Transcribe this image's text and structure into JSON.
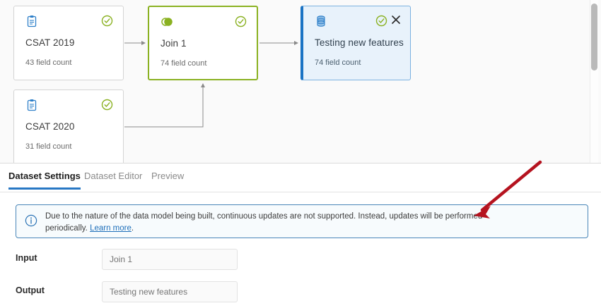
{
  "canvas": {
    "background_color": "#fafafa",
    "nodes": [
      {
        "id": "csat2019",
        "title": "CSAT 2019",
        "subtitle": "43 field count",
        "icon": "clipboard-icon",
        "status_icon": "check-circle-icon",
        "selected": false,
        "border_color": "#d4d4d4"
      },
      {
        "id": "csat2020",
        "title": "CSAT 2020",
        "subtitle": "31 field count",
        "icon": "clipboard-icon",
        "status_icon": "check-circle-icon",
        "selected": false,
        "border_color": "#d4d4d4"
      },
      {
        "id": "join1",
        "title": "Join 1",
        "subtitle": "74 field count",
        "icon": "join-venn-icon",
        "status_icon": "check-circle-icon",
        "selected": false,
        "border_color": "#8ab121"
      },
      {
        "id": "testing",
        "title": "Testing new features",
        "subtitle": "74 field count",
        "icon": "database-icon",
        "status_icon": "check-circle-icon",
        "close_icon": "close-icon",
        "selected": true,
        "border_color": "#1a73c4",
        "background_color": "#e8f2fb"
      }
    ],
    "scrollbar": {
      "name": "vertical-scrollbar",
      "thumb_position": "top"
    }
  },
  "tabs": [
    {
      "id": "dataset-settings",
      "label": "Dataset Settings",
      "active": true
    },
    {
      "id": "dataset-editor",
      "label": "Dataset Editor",
      "active": false
    },
    {
      "id": "preview",
      "label": "Preview",
      "active": false
    }
  ],
  "tab_accent_color": "#2878c4",
  "banner": {
    "icon": "info-circle-icon",
    "text": "Due to the nature of the data model being built, continuous updates are not supported. Instead, updates will be performed periodically. ",
    "link_label": "Learn more",
    "text_after_link": ".",
    "border_color": "#4a86b8",
    "background_color": "#f7fbfd"
  },
  "form": {
    "input": {
      "label": "Input",
      "value": "Join 1",
      "placeholder": "Join 1"
    },
    "output": {
      "label": "Output",
      "value": "Testing new features",
      "placeholder": "Testing new features"
    }
  },
  "annotation": {
    "type": "arrow",
    "color": "#b5131f",
    "direction": "down-left"
  }
}
